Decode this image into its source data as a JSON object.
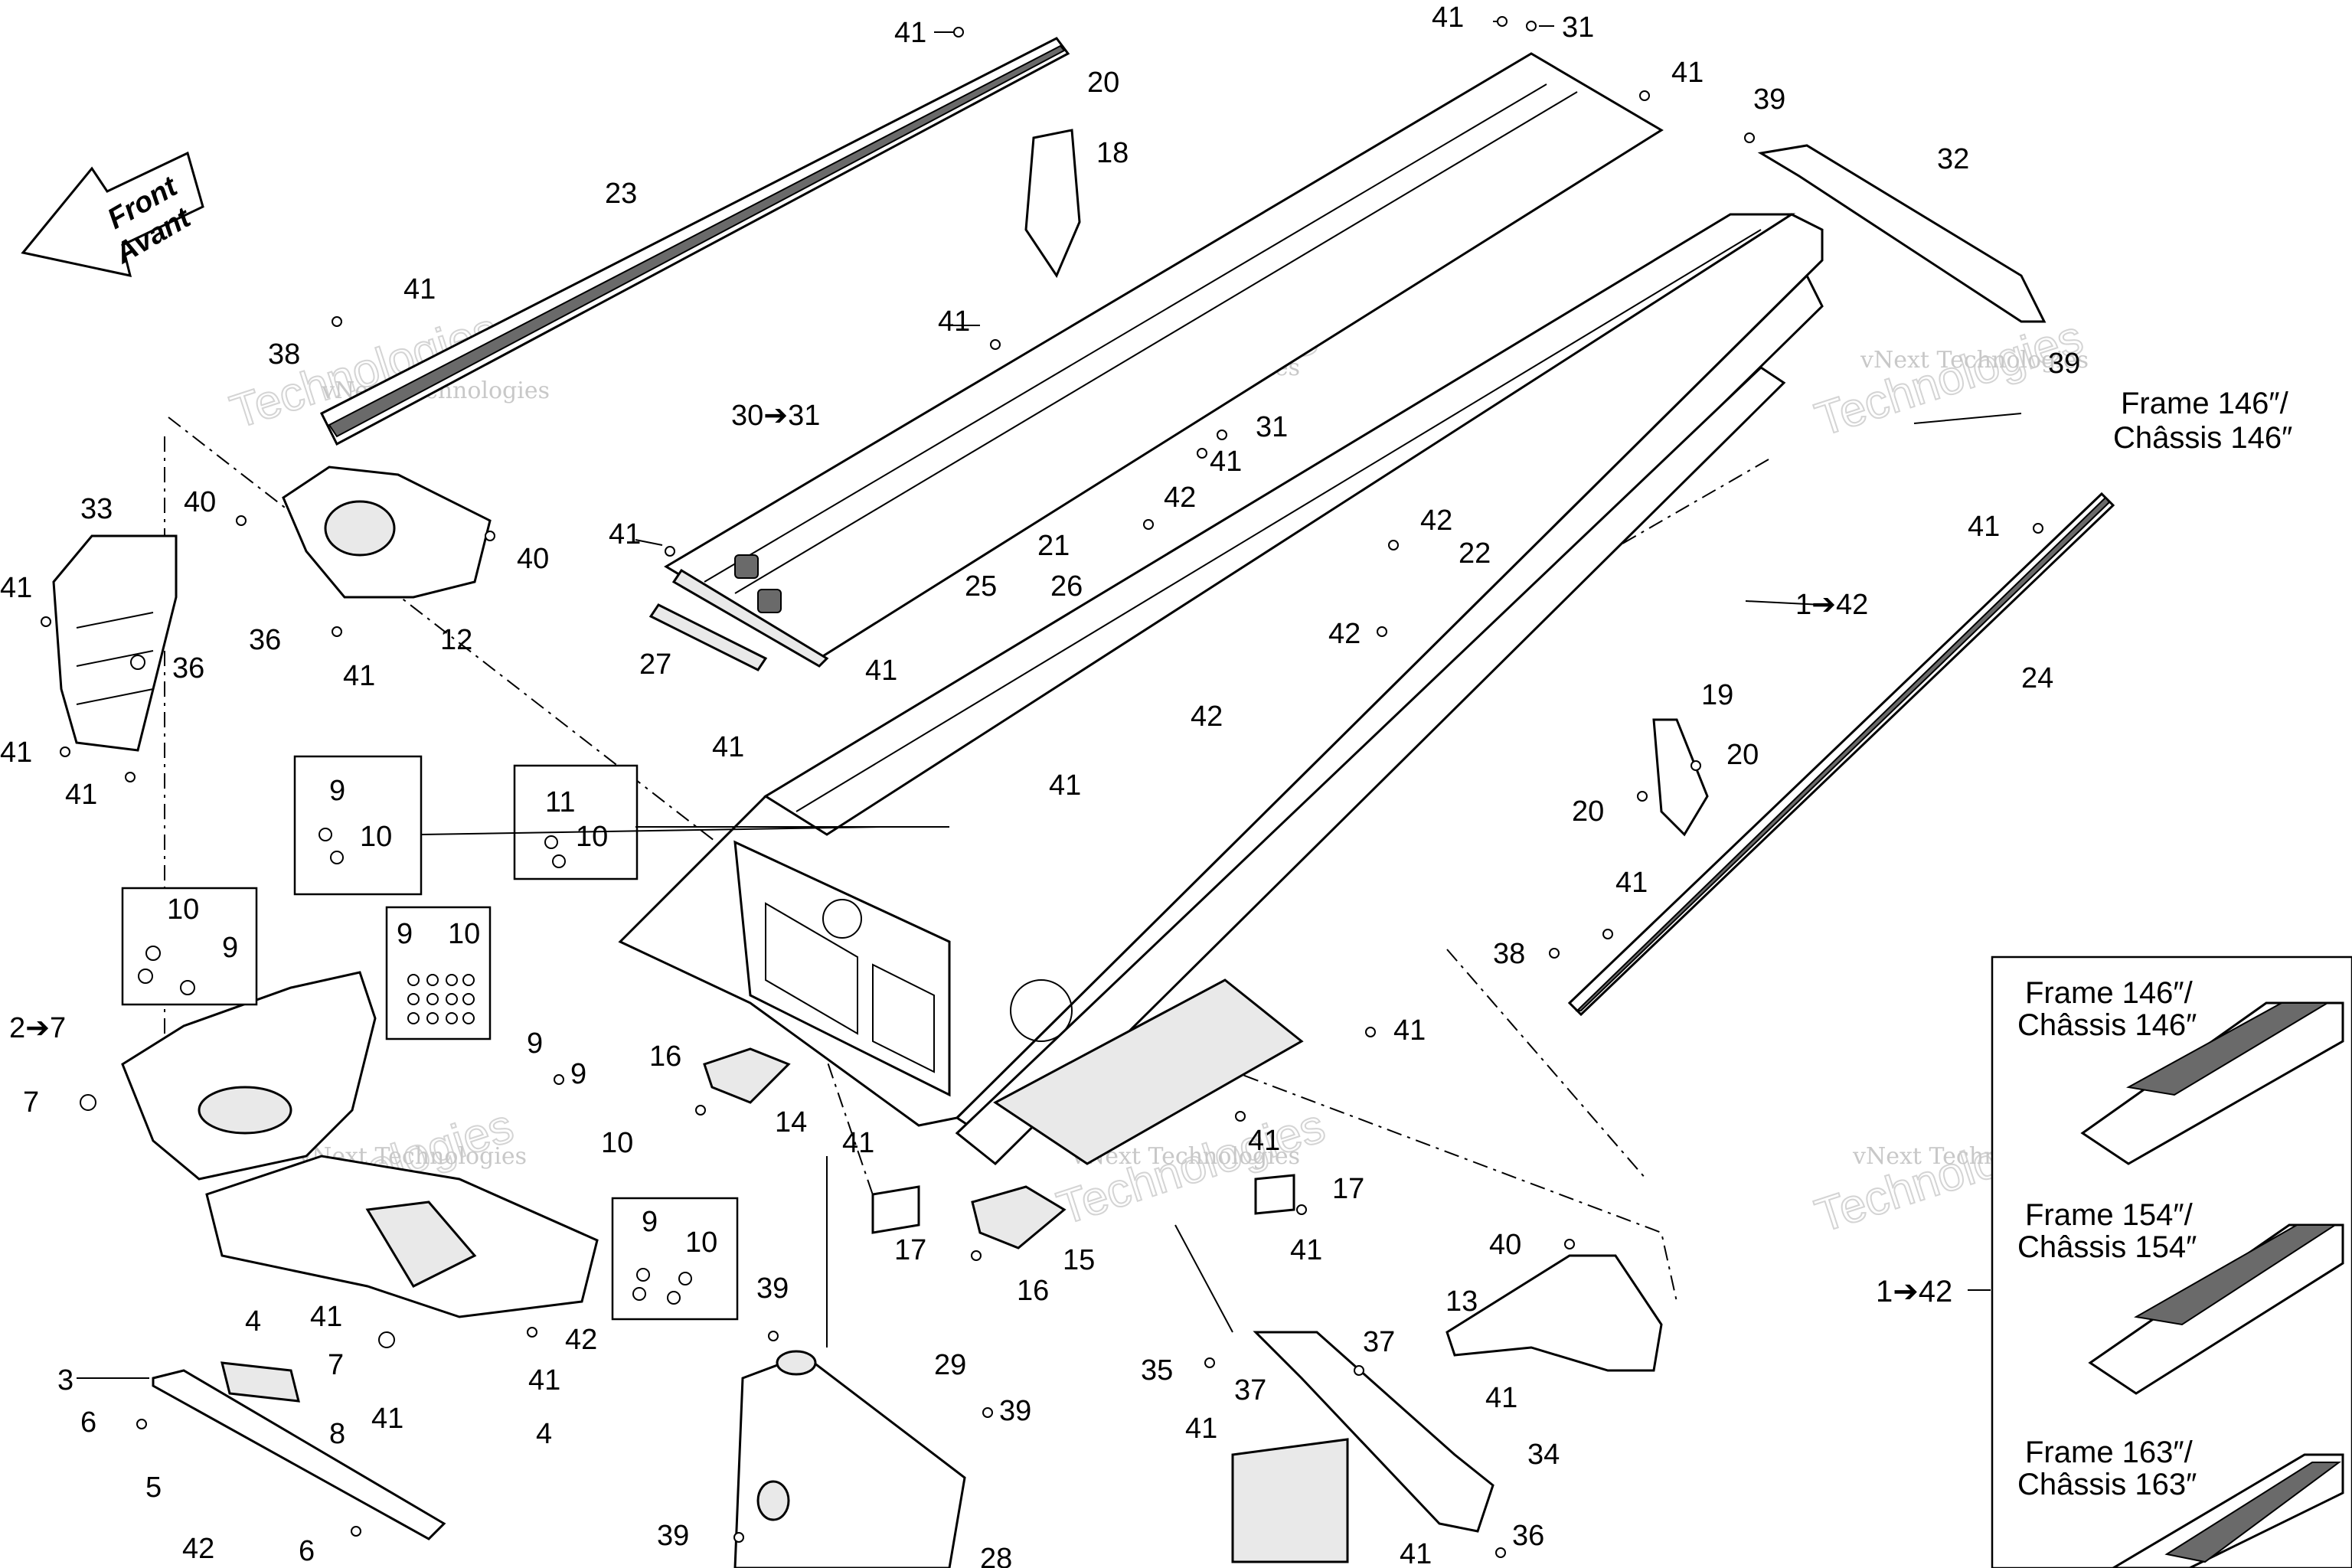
{
  "diagram": {
    "front_arrow": {
      "line1": "Front",
      "line2": "Avant"
    },
    "watermark": {
      "brand": "vNext Technologies",
      "big": "Technologies",
      "small": "vNext"
    },
    "frame_note": {
      "line1": "Frame 146″/",
      "line2": "Châssis 146″"
    },
    "side_panel": {
      "entries": [
        {
          "line1": "Frame 146″/",
          "line2": "Châssis 146″"
        },
        {
          "line1": "Frame 154″/",
          "line2": "Châssis 154″"
        },
        {
          "line1": "Frame 163″/",
          "line2": "Châssis 163″"
        }
      ],
      "callout": "1➔42"
    },
    "callouts": {
      "c_41_top": "41",
      "c_23": "23",
      "c_20_top": "20",
      "c_18": "18",
      "c_41_tr1": "41",
      "c_31_tr": "31",
      "c_41_tr2": "41",
      "c_39_tr": "39",
      "c_32": "32",
      "c_41_l1": "41",
      "c_38_l": "38",
      "c_41_mid": "41",
      "c_30_31": "30➔31",
      "c_31_mid": "31",
      "c_41_mid2": "41",
      "c_39_r": "39",
      "c_33": "33",
      "c_40_a": "40",
      "c_40_b": "40",
      "c_41_l2": "41",
      "c_36_a": "36",
      "c_36_b": "36",
      "c_12": "12",
      "c_41_l3": "41",
      "c_41_l4": "41",
      "c_41_l5": "41",
      "c_41_rail": "41",
      "c_27": "27",
      "c_42_a": "42",
      "c_21": "21",
      "c_42_b": "42",
      "c_22": "22",
      "c_42_c": "42",
      "c_1_42": "1➔42",
      "c_41_r2": "41",
      "c_24": "24",
      "c_25": "25",
      "c_26": "26",
      "c_41_c1": "41",
      "c_41_c2": "41",
      "c_41_c3": "41",
      "c_42_d": "42",
      "c_19": "19",
      "c_20_r": "20",
      "c_20_r2": "20",
      "c_9_a": "9",
      "c_10_a": "10",
      "c_11": "11",
      "c_10_b": "10",
      "c_10_c": "10",
      "c_9_b": "9",
      "c_9_c": "9",
      "c_10_d": "10",
      "c_41_38": "41",
      "c_38_r": "38",
      "c_2_7": "2➔7",
      "c_7_a": "7",
      "c_9_d": "9",
      "c_9_e": "9",
      "c_10_e": "10",
      "c_16_a": "16",
      "c_14": "14",
      "c_41_e": "41",
      "c_41_f": "41",
      "c_41_g": "41",
      "c_17_a": "17",
      "c_15": "15",
      "c_16_b": "16",
      "c_17_b": "17",
      "c_41_h": "41",
      "c_9_f": "9",
      "c_10_f": "10",
      "c_4_a": "4",
      "c_41_i": "41",
      "c_7_b": "7",
      "c_42_e": "42",
      "c_41_j": "41",
      "c_41_k": "41",
      "c_4_b": "4",
      "c_3": "3",
      "c_6_a": "6",
      "c_8": "8",
      "c_5": "5",
      "c_42_f": "42",
      "c_6_b": "6",
      "c_39_b": "39",
      "c_29": "29",
      "c_39_c": "39",
      "c_39_d": "39",
      "c_28": "28",
      "c_40_c": "40",
      "c_13": "13",
      "c_41_l": "41",
      "c_35": "35",
      "c_37_a": "37",
      "c_37_b": "37",
      "c_41_m": "41",
      "c_34": "34",
      "c_41_n": "41",
      "c_36_c": "36"
    }
  },
  "colors": {
    "line": "#000000",
    "paper": "#ffffff",
    "shade": "#e9e9e9",
    "watermark": "#c8c8c8"
  }
}
